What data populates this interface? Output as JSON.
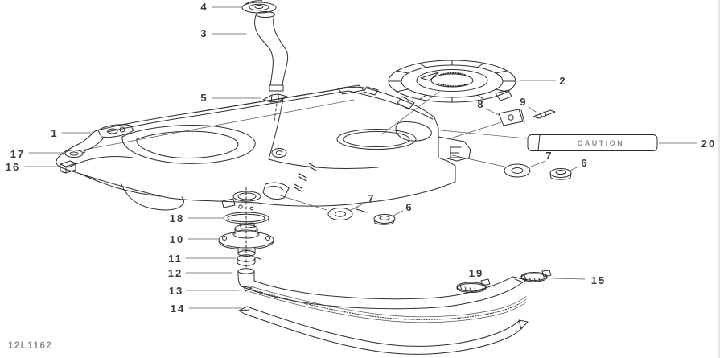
{
  "page": {
    "code": "12L1162"
  },
  "caution_label": {
    "text": "CAUTION"
  },
  "callouts": [
    {
      "label": "4"
    },
    {
      "label": "3"
    },
    {
      "label": "5"
    },
    {
      "label": "2"
    },
    {
      "label": "8"
    },
    {
      "label": "9"
    },
    {
      "label": "1"
    },
    {
      "label": "17"
    },
    {
      "label": "16"
    },
    {
      "label": "20"
    },
    {
      "label": "7"
    },
    {
      "label": "6"
    },
    {
      "label": "7"
    },
    {
      "label": "6"
    },
    {
      "label": "18"
    },
    {
      "label": "10"
    },
    {
      "label": "11"
    },
    {
      "label": "12"
    },
    {
      "label": "13"
    },
    {
      "label": "14"
    },
    {
      "label": "19"
    },
    {
      "label": "15"
    }
  ],
  "colors": {
    "line": "#2e2e2e",
    "leader": "#5f5f5f",
    "label": "#3a3a3a",
    "muted_text": "#909090",
    "page_border": "#cfcfcf",
    "background": "#ffffff"
  }
}
